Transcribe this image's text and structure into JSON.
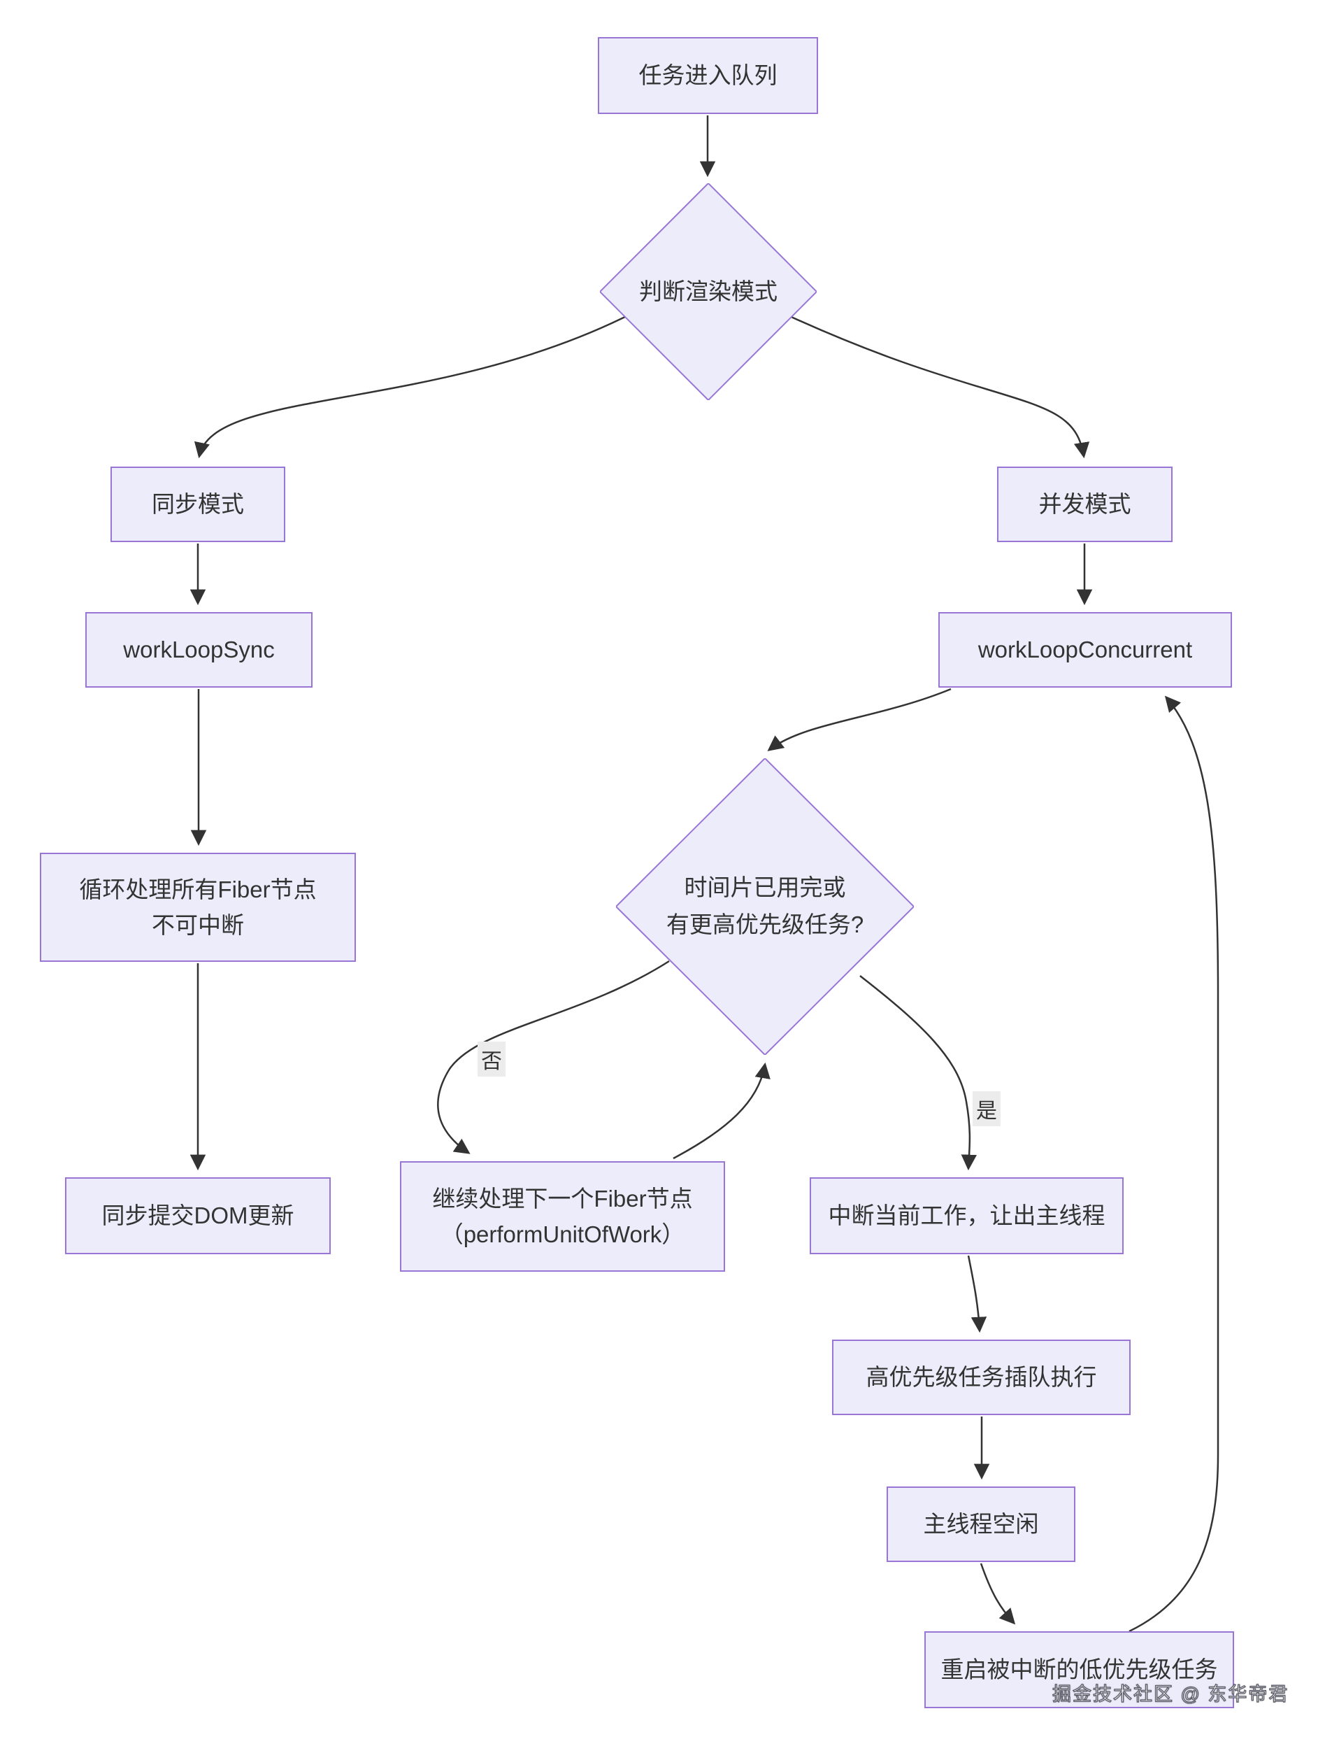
{
  "diagram": {
    "type": "flowchart",
    "nodes": {
      "task_queue": {
        "label": "任务进入队列"
      },
      "decide_mode": {
        "label": "判断渲染模式"
      },
      "sync_mode": {
        "label": "同步模式"
      },
      "work_loop_sync": {
        "label": "workLoopSync"
      },
      "loop_fiber": {
        "line1": "循环处理所有Fiber节点",
        "line2": "不可中断"
      },
      "sync_commit": {
        "label": "同步提交DOM更新"
      },
      "concurrent_mode": {
        "label": "并发模式"
      },
      "work_loop_concurrent": {
        "label": "workLoopConcurrent"
      },
      "timeslice_check": {
        "line1": "时间片已用完或",
        "line2": "有更高优先级任务?"
      },
      "continue_fiber": {
        "line1": "继续处理下一个Fiber节点",
        "line2": "（performUnitOfWork）"
      },
      "interrupt_work": {
        "label": "中断当前工作，让出主线程"
      },
      "high_priority": {
        "label": "高优先级任务插队执行"
      },
      "main_idle": {
        "label": "主线程空闲"
      },
      "restart_task": {
        "label": "重启被中断的低优先级任务"
      }
    },
    "edge_labels": {
      "no": "否",
      "yes": "是"
    },
    "watermark": "掘金技术社区 @ 东华帝君",
    "colors": {
      "node_fill": "#ECECFA",
      "node_border": "#9976D6",
      "edge_line": "#333333",
      "text": "#333333",
      "edge_label_bg": "#ececec",
      "background": "#ffffff"
    }
  }
}
